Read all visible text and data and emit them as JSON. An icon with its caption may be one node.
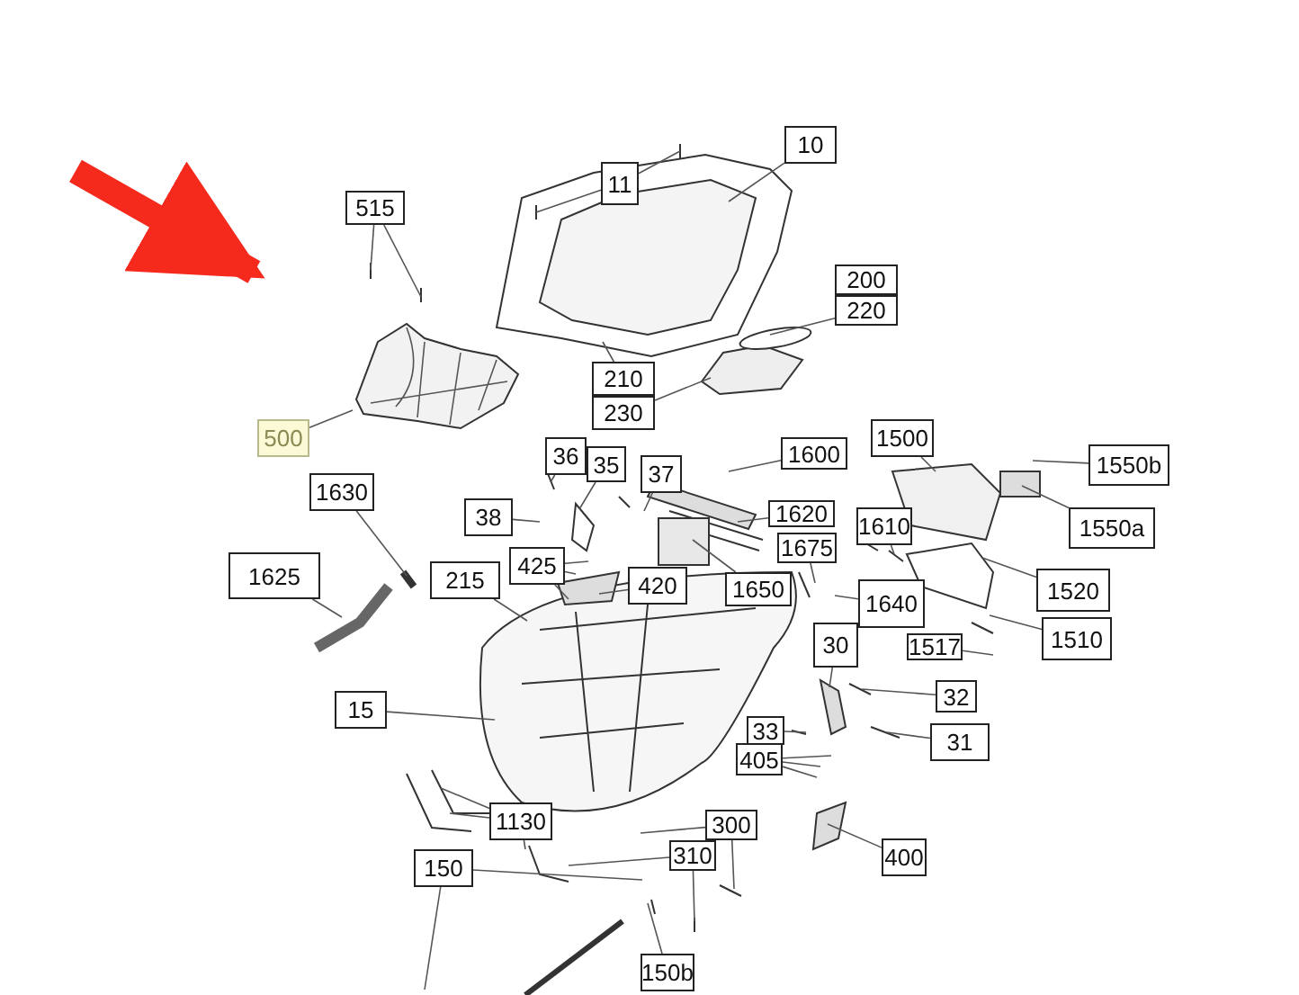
{
  "diagram": {
    "nodes": [
      {
        "text": [
          "10"
        ]
      },
      {
        "text": [
          "11"
        ]
      },
      {
        "text": [
          "515"
        ]
      },
      {
        "text": [
          "200"
        ]
      },
      {
        "text": [
          "220"
        ]
      },
      {
        "text": [
          "210"
        ]
      },
      {
        "text": [
          "230"
        ]
      },
      {
        "text": [],
        "shape": "picture"
      },
      {
        "text": [
          "500"
        ]
      },
      {
        "text": [
          "1500"
        ]
      },
      {
        "text": [
          "36"
        ]
      },
      {
        "text": [
          "1600"
        ]
      },
      {
        "text": [
          "1550b"
        ]
      },
      {
        "text": [
          "35"
        ]
      },
      {
        "text": [
          "37"
        ]
      },
      {
        "text": [
          "1630"
        ]
      },
      {
        "text": [
          "38"
        ]
      },
      {
        "text": [
          "1550a"
        ]
      },
      {
        "text": [
          "1620"
        ]
      },
      {
        "text": [
          "1610"
        ]
      },
      {
        "text": [
          "425"
        ]
      },
      {
        "text": [
          "1675"
        ]
      },
      {
        "text": [
          "1625"
        ]
      },
      {
        "text": [
          "215"
        ]
      },
      {
        "text": [
          "420"
        ]
      },
      {
        "text": [
          "1650"
        ]
      },
      {
        "text": [
          "1520"
        ]
      },
      {
        "text": [
          "1640"
        ]
      },
      {
        "text": [
          "1510"
        ]
      },
      {
        "text": [
          "30"
        ]
      },
      {
        "text": [
          "1517"
        ]
      },
      {
        "text": [
          "32"
        ]
      },
      {
        "text": [
          "15"
        ]
      },
      {
        "text": [
          "33"
        ]
      },
      {
        "text": [
          "31"
        ]
      },
      {
        "text": [
          "405"
        ]
      },
      {
        "text": [
          "1130"
        ]
      },
      {
        "text": [
          "300"
        ]
      },
      {
        "text": [
          "400"
        ]
      },
      {
        "text": [
          "310"
        ]
      },
      {
        "text": [
          "150"
        ]
      },
      {
        "text": [
          "150b"
        ]
      }
    ],
    "edges": [
      {
        "from": 0,
        "to": null,
        "arrow": "none"
      },
      {
        "from": 1,
        "to": null,
        "arrow": "none"
      },
      {
        "from": 1,
        "to": null,
        "arrow": "none"
      },
      {
        "from": 2,
        "to": null,
        "arrow": "none"
      },
      {
        "from": 2,
        "to": null,
        "arrow": "none"
      },
      {
        "from": 4,
        "to": null,
        "arrow": "none"
      },
      {
        "from": 5,
        "to": null,
        "arrow": "none"
      },
      {
        "from": 6,
        "to": null,
        "arrow": "none"
      },
      {
        "from": null,
        "to": 7,
        "arrow": "to",
        "style": "thick",
        "color": "#f52a1c"
      },
      {
        "from": 8,
        "to": 7,
        "arrow": "none"
      },
      {
        "from": 9,
        "to": null,
        "arrow": "none"
      },
      {
        "from": 10,
        "to": null,
        "arrow": "none"
      },
      {
        "from": 11,
        "to": null,
        "arrow": "none"
      },
      {
        "from": 12,
        "to": null,
        "arrow": "none"
      },
      {
        "from": 13,
        "to": null,
        "arrow": "none"
      },
      {
        "from": 14,
        "to": null,
        "arrow": "none"
      },
      {
        "from": 15,
        "to": null,
        "arrow": "none"
      },
      {
        "from": 16,
        "to": null,
        "arrow": "none"
      },
      {
        "from": 17,
        "to": null,
        "arrow": "none"
      },
      {
        "from": 18,
        "to": null,
        "arrow": "none"
      },
      {
        "from": 19,
        "to": null,
        "arrow": "none"
      },
      {
        "from": 19,
        "to": null,
        "arrow": "none"
      },
      {
        "from": 20,
        "to": null,
        "arrow": "none"
      },
      {
        "from": 20,
        "to": null,
        "arrow": "none"
      },
      {
        "from": 20,
        "to": null,
        "arrow": "none"
      },
      {
        "from": 21,
        "to": null,
        "arrow": "none"
      },
      {
        "from": 22,
        "to": null,
        "arrow": "none"
      },
      {
        "from": 23,
        "to": null,
        "arrow": "none"
      },
      {
        "from": 24,
        "to": null,
        "arrow": "none"
      },
      {
        "from": 25,
        "to": null,
        "arrow": "none"
      },
      {
        "from": 26,
        "to": null,
        "arrow": "none"
      },
      {
        "from": 27,
        "to": null,
        "arrow": "none"
      },
      {
        "from": 28,
        "to": null,
        "arrow": "none"
      },
      {
        "from": 29,
        "to": null,
        "arrow": "none"
      },
      {
        "from": 30,
        "to": null,
        "arrow": "none"
      },
      {
        "from": 31,
        "to": null,
        "arrow": "none"
      },
      {
        "from": 32,
        "to": null,
        "arrow": "none"
      },
      {
        "from": 33,
        "to": null,
        "arrow": "none"
      },
      {
        "from": 34,
        "to": null,
        "arrow": "none"
      },
      {
        "from": 35,
        "to": null,
        "arrow": "none"
      },
      {
        "from": 35,
        "to": null,
        "arrow": "none"
      },
      {
        "from": 35,
        "to": null,
        "arrow": "none"
      },
      {
        "from": 36,
        "to": null,
        "arrow": "none"
      },
      {
        "from": 36,
        "to": null,
        "arrow": "none"
      },
      {
        "from": 36,
        "to": null,
        "arrow": "none"
      },
      {
        "from": 37,
        "to": null,
        "arrow": "none"
      },
      {
        "from": 37,
        "to": null,
        "arrow": "none"
      },
      {
        "from": 38,
        "to": null,
        "arrow": "none"
      },
      {
        "from": 39,
        "to": null,
        "arrow": "none"
      },
      {
        "from": 39,
        "to": null,
        "arrow": "none"
      },
      {
        "from": 40,
        "to": null,
        "arrow": "none"
      },
      {
        "from": 40,
        "to": null,
        "arrow": "none"
      },
      {
        "from": 41,
        "to": null,
        "arrow": "none"
      }
    ]
  }
}
